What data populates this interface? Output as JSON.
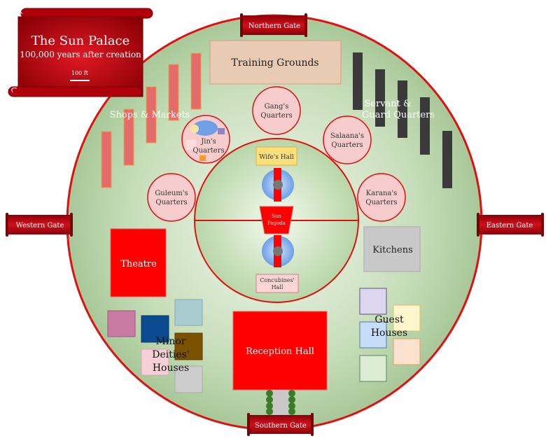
{
  "title_banner": {
    "title": "The Sun Palace",
    "subtitle": "100,000 years after creation",
    "scale_label": "100 ft"
  },
  "gates": {
    "north": "Northern Gate",
    "south": "Southern Gate",
    "west": "Western Gate",
    "east": "Eastern Gate"
  },
  "areas": {
    "training_grounds": "Training Grounds",
    "shops_markets": "Shops & Markets",
    "servant_guard_l1": "Servant &",
    "servant_guard_l2": "Guard Quarters",
    "theatre": "Theatre",
    "kitchens": "Kitchens",
    "reception_hall": "Reception Hall",
    "minor_deities_l1": "Minor",
    "minor_deities_l2": "Deities'",
    "minor_deities_l3": "Houses",
    "guest_houses_l1": "Guest",
    "guest_houses_l2": "Houses"
  },
  "quarters": {
    "gang_l1": "Gang's",
    "gang_l2": "Quarters",
    "jin_l1": "Jin's",
    "jin_l2": "Quarters",
    "salaana_l1": "Salaana's",
    "salaana_l2": "Quarters",
    "guleum_l1": "Guleum's",
    "guleum_l2": "Quarters",
    "karana_l1": "Karana's",
    "karana_l2": "Quarters"
  },
  "inner": {
    "wifes_hall": "Wife's Hall",
    "sun_pagoda_l1": "Sun",
    "sun_pagoda_l2": "Pagoda",
    "concubines_l1": "Concubines'",
    "concubines_l2": "Hall"
  },
  "colors": {
    "banner_red": "#c0000a",
    "compound_green": "#b9d7ad",
    "wall_red": "#e01010",
    "building_red": "#ff0000",
    "quarters_pink": "#f6cccc",
    "servant_dark": "#3a3a3a",
    "shop_salmon": "#e56a6a",
    "training_tan": "#e8cbb2",
    "kitchen_gray": "#c8c8c8"
  }
}
